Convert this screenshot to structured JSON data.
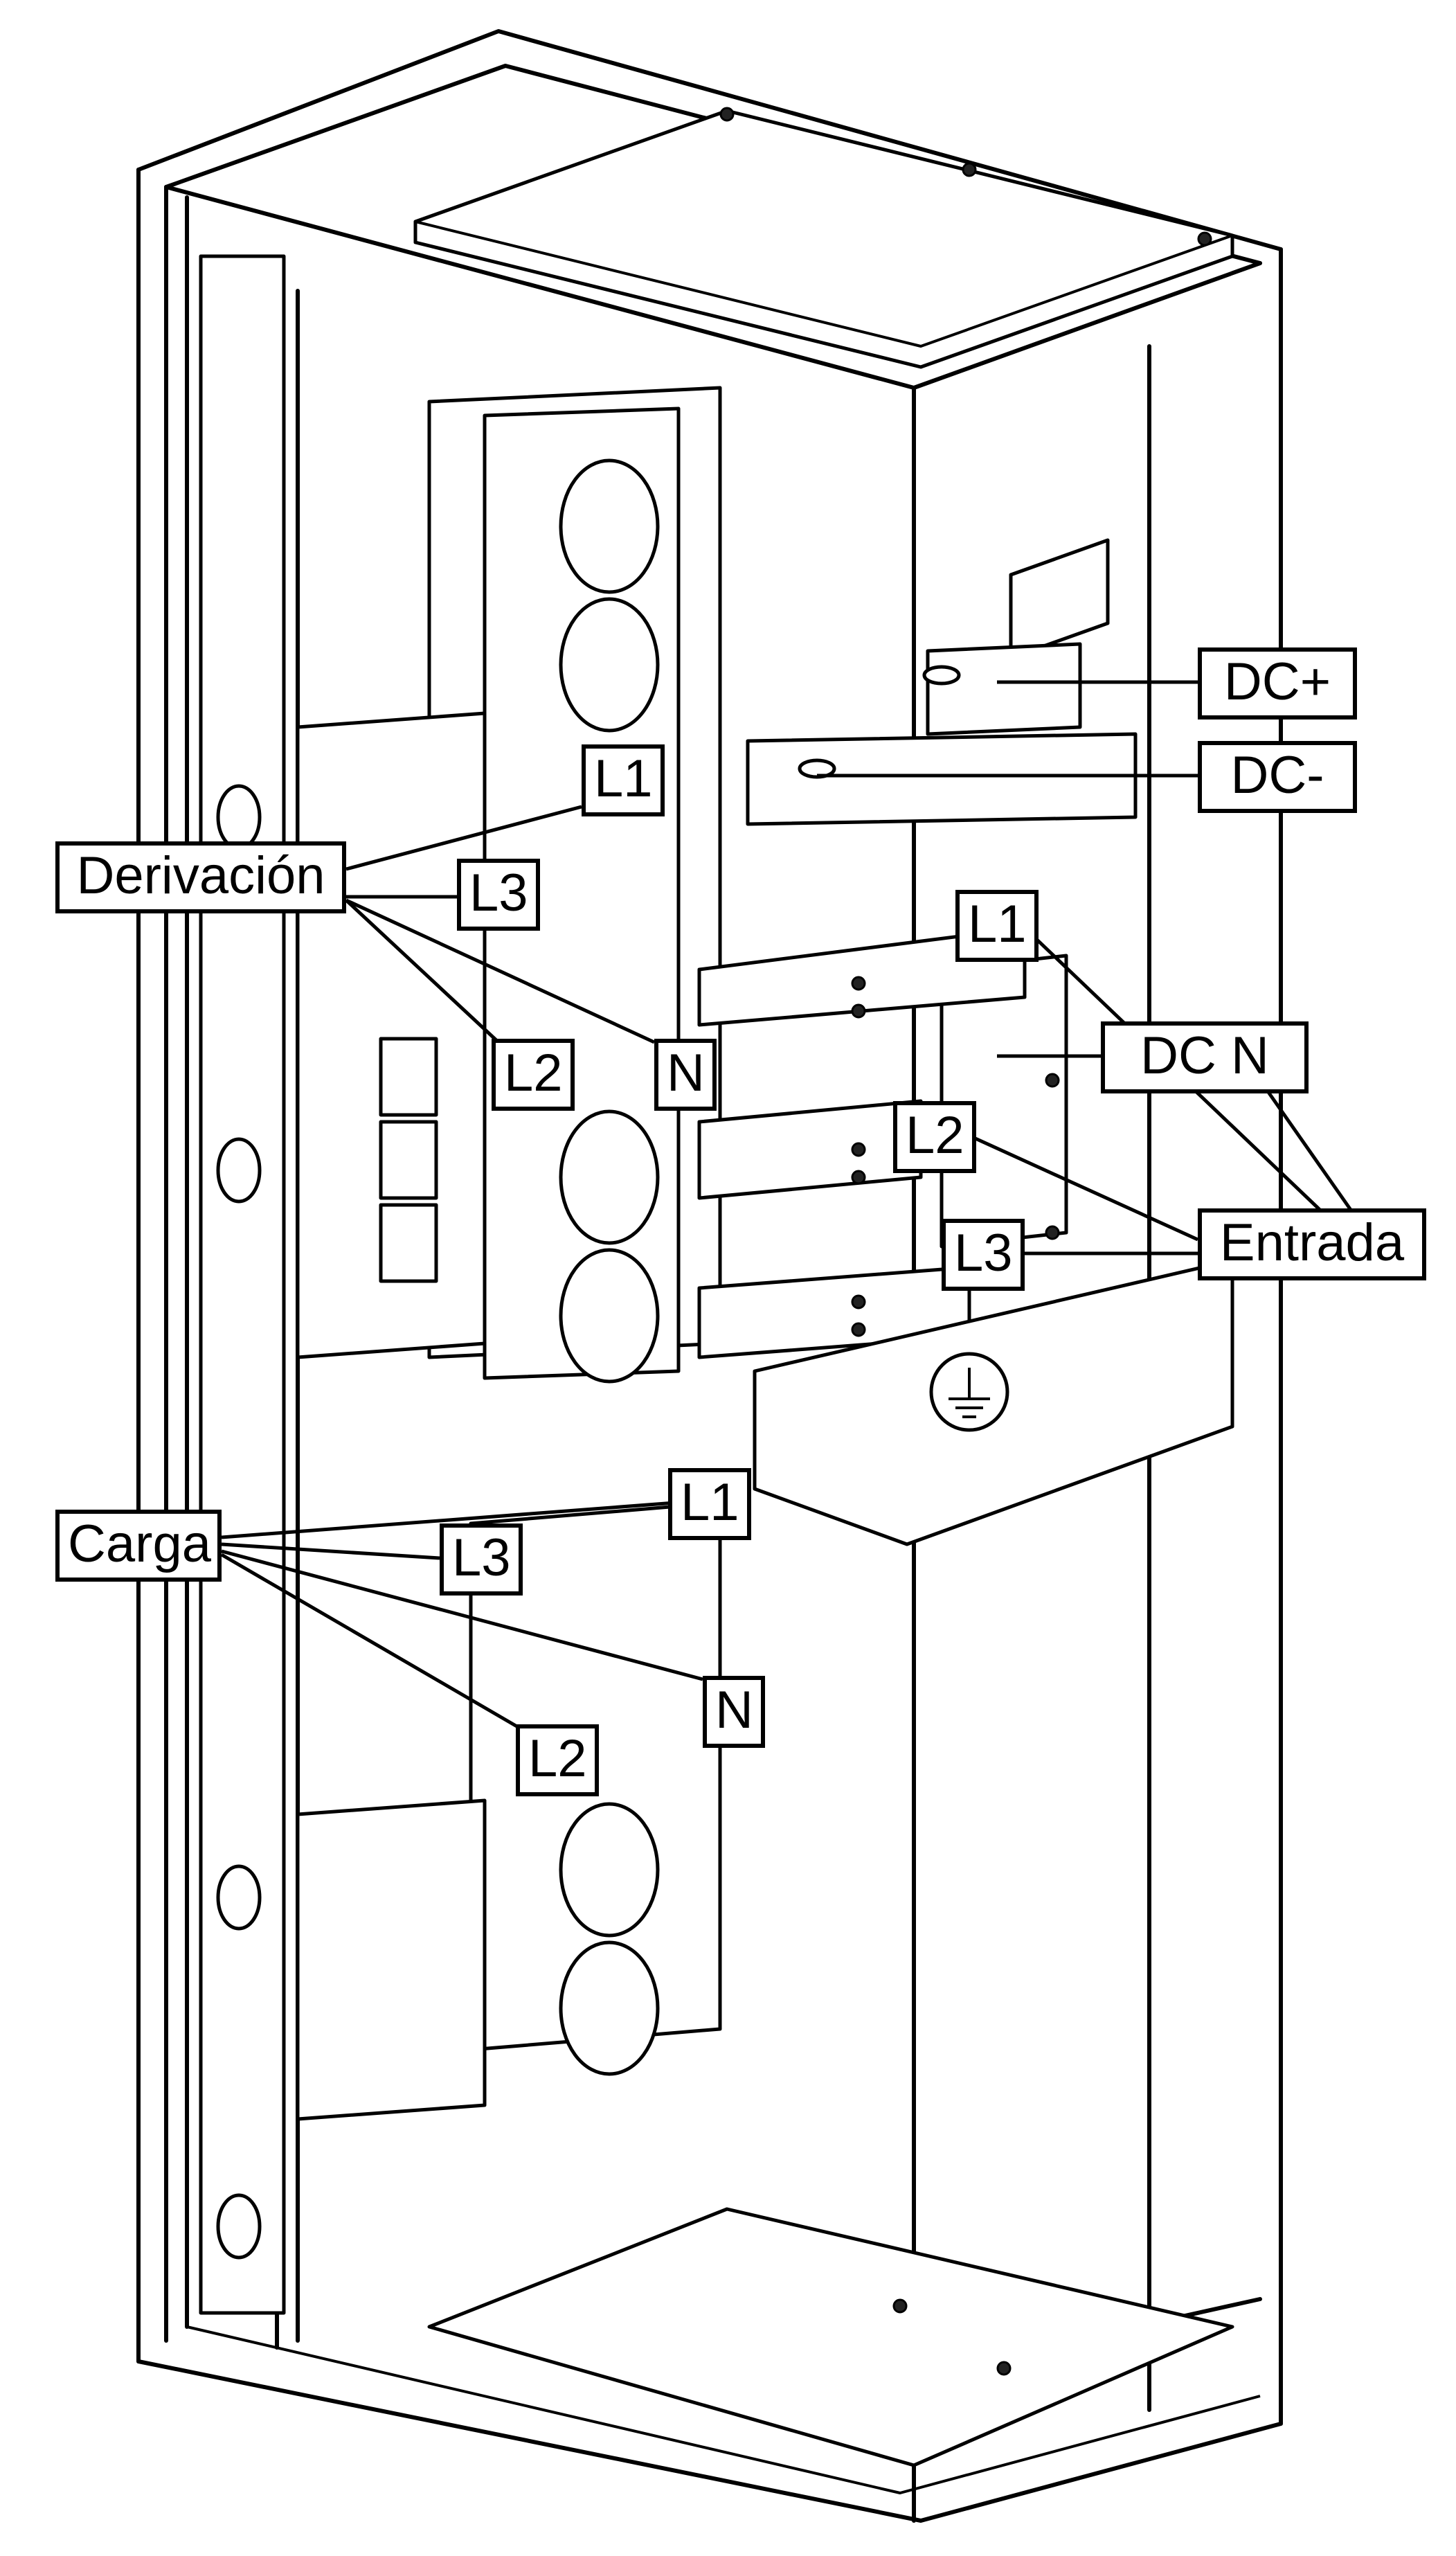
{
  "labels": {
    "dc_plus": "DC+",
    "dc_minus": "DC-",
    "dc_n": "DC N",
    "entrada": "Entrada",
    "entrada_l1": "L1",
    "entrada_l2": "L2",
    "entrada_l3": "L3",
    "derivacion": "Derivación",
    "derivacion_l1": "L1",
    "derivacion_l2": "L2",
    "derivacion_l3": "L3",
    "derivacion_n": "N",
    "carga": "Carga",
    "carga_l1": "L1",
    "carga_l2": "L2",
    "carga_l3": "L3",
    "carga_n": "N"
  }
}
